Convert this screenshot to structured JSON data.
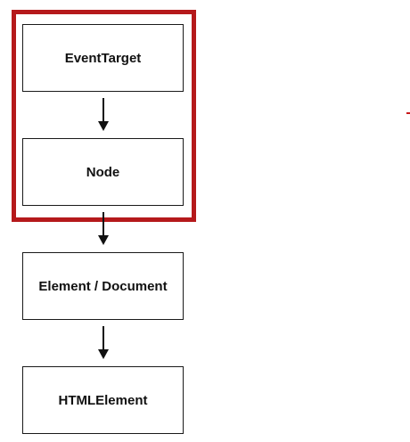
{
  "diagram": {
    "nodes": [
      {
        "id": "event-target",
        "label": "EventTarget"
      },
      {
        "id": "node",
        "label": "Node"
      },
      {
        "id": "element-document",
        "label": "Element / Document"
      },
      {
        "id": "html-element",
        "label": "HTMLElement"
      }
    ],
    "edges": [
      {
        "from": "event-target",
        "to": "node"
      },
      {
        "from": "node",
        "to": "element-document"
      },
      {
        "from": "element-document",
        "to": "html-element"
      }
    ],
    "highlight": {
      "nodes": [
        "event-target",
        "node"
      ],
      "color": "#b5191b"
    },
    "colors": {
      "box_border": "#1a1a1a",
      "text": "#111111",
      "arrow": "#111111",
      "highlight": "#b5191b"
    }
  }
}
